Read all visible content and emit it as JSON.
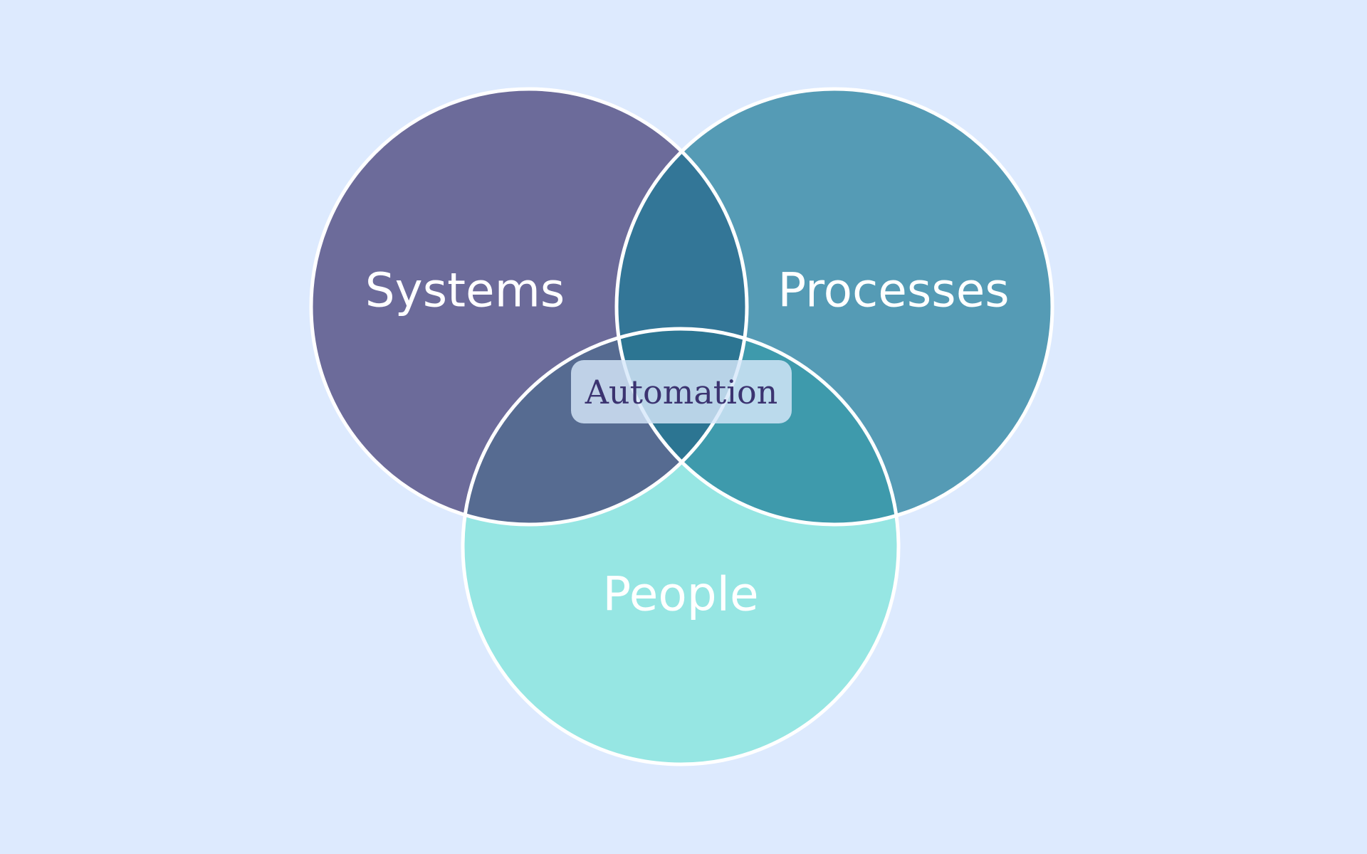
{
  "diagram": {
    "sets": [
      {
        "label": "Systems",
        "color": "#6c6b9a"
      },
      {
        "label": "Processes",
        "color": "#559bb5"
      },
      {
        "label": "People",
        "color": "#96e6e3"
      }
    ],
    "overlap_colors": {
      "systems_processes": "#337697",
      "systems_people": "#566b91",
      "processes_people": "#3e9aac",
      "all": "#2c7592"
    },
    "center_label": "Automation"
  }
}
